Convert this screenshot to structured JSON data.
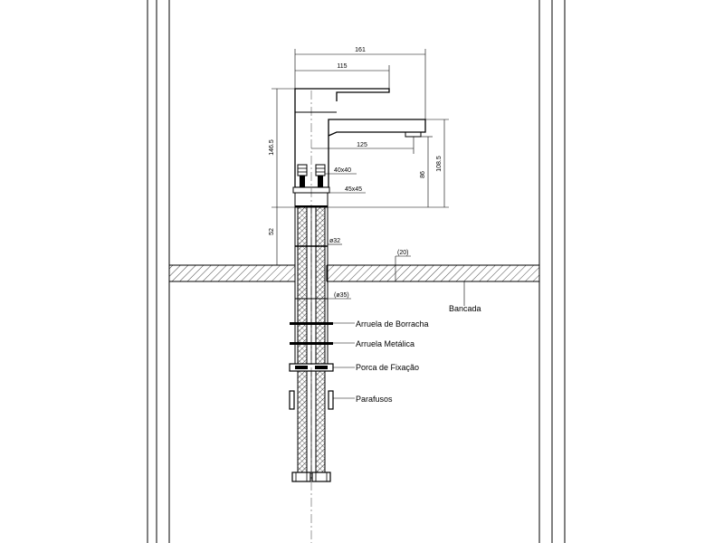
{
  "dimensions": {
    "total_width": "161",
    "handle_width": "115",
    "spout_reach": "125",
    "total_height": "146.5",
    "spout_height_max": "108.5",
    "spout_height_min": "86",
    "base_height": "52",
    "base_square_small": "40x40",
    "base_square_large": "45x45",
    "tube_diameter": "ø32",
    "hole_diameter": "(ø35)",
    "countertop_thickness": "(20)"
  },
  "labels": {
    "countertop": "Bancada",
    "rubber_washer": "Arruela de Borracha",
    "metal_washer": "Arruela Metálica",
    "fixing_nut": "Porca de Fixação",
    "screws": "Parafusos"
  }
}
